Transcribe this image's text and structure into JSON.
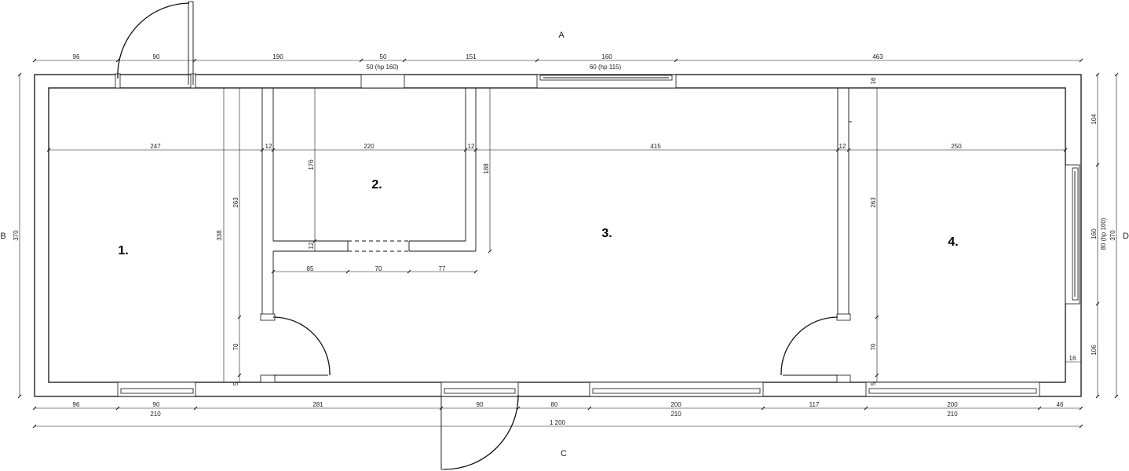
{
  "side_labels": {
    "top": "A",
    "left": "B",
    "bottom": "C",
    "right": "D"
  },
  "rooms": [
    "1.",
    "2.",
    "3.",
    "4."
  ],
  "top_dims": {
    "d96": "96",
    "d90": "90",
    "d190": "190",
    "d50": "50",
    "d151": "151",
    "d160": "160",
    "d463": "463",
    "win_a": "50 (hp 160)",
    "win_b": "60 (hp 115)"
  },
  "interior_dims": {
    "d247": "247",
    "d12a": "12",
    "d220": "220",
    "d12b": "12",
    "d415": "415",
    "d12c": "12",
    "d250": "250",
    "d176": "176",
    "d188": "188",
    "d263a": "263",
    "d338": "338",
    "d70a": "70",
    "d5a": "5",
    "d12d": "12",
    "d85": "85",
    "d70b": "70",
    "d77": "77",
    "d263b": "263",
    "d70c": "70",
    "d5b": "5",
    "d16a": "16",
    "d16b": "16"
  },
  "right_dims": {
    "d104": "104",
    "d160": "160",
    "win_d": "80 (hp 100)",
    "d106": "106",
    "d370": "370"
  },
  "left_dims": {
    "d370": "370"
  },
  "bottom_dims": {
    "d96": "96",
    "d90": "90",
    "d281": "281",
    "d90b": "90",
    "d80": "80",
    "d200a": "200",
    "d117": "117",
    "d200b": "200",
    "d46": "46",
    "h210a": "210",
    "h210b": "210",
    "h210c": "210",
    "total": "1 200"
  }
}
